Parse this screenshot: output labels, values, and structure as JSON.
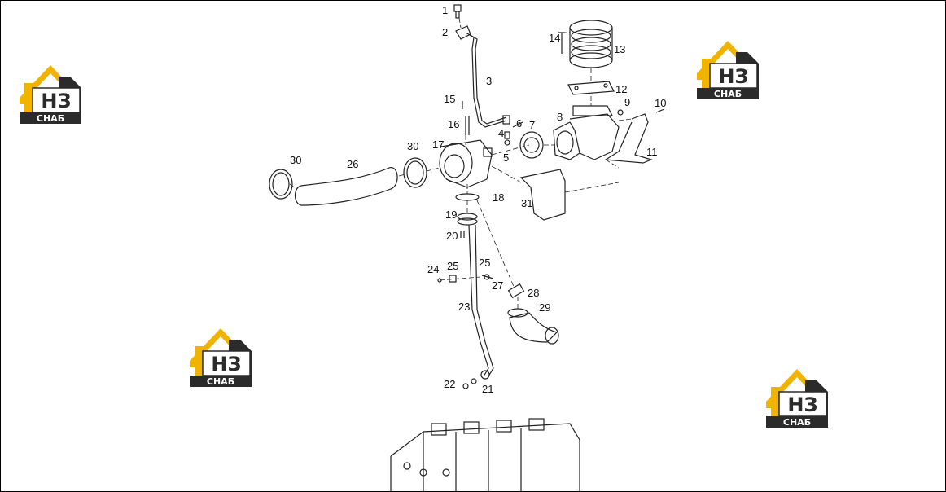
{
  "logo": {
    "letters": "НЗ",
    "word": "СНАБ",
    "colors": {
      "yellow": "#f0b400",
      "dark": "#2b2b2b",
      "white": "#ffffff"
    }
  },
  "callouts": [
    "1",
    "2",
    "3",
    "4",
    "5",
    "6",
    "7",
    "8",
    "9",
    "10",
    "11",
    "12",
    "13",
    "14",
    "15",
    "16",
    "17",
    "18",
    "19",
    "20",
    "21",
    "22",
    "23",
    "24",
    "25",
    "25",
    "26",
    "27",
    "28",
    "29",
    "30",
    "30",
    "31"
  ],
  "colors": {
    "line": "#222222",
    "background": "#ffffff"
  }
}
